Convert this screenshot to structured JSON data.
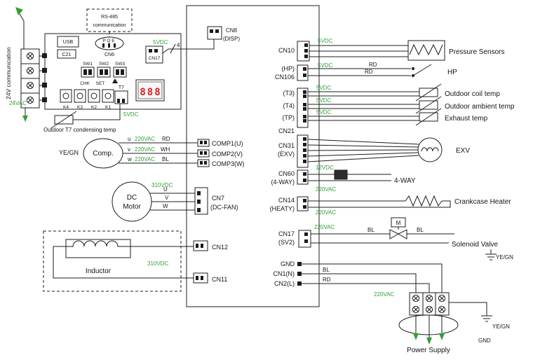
{
  "colors": {
    "label_green": "#2fa035",
    "display_red": "#e02020",
    "line": "#1c1c1c"
  },
  "shared": {
    "v5": "5VDC",
    "v12": "12VDC",
    "v24ac": "24VAC",
    "v220ac": "220VAC",
    "v310dc": "310VDC",
    "rd": "RD",
    "wh": "WH",
    "bl": "BL",
    "ye_gn": "YE/GN",
    "gnd": "GND"
  },
  "comm_board": {
    "vertical_label": "24V communication",
    "usb": "USB",
    "c21": "C21",
    "rs485_line1": "RS-485",
    "rs485_line2": "communication",
    "cn6_pins": "P Q E",
    "cn6": "CN6",
    "cn17_display": "CN17",
    "sw1": "SW1",
    "sw2": "SW2",
    "sw3": "SW3",
    "chk": "CHK",
    "set": "SET",
    "k4": "K4",
    "k3": "K3",
    "k2": "K2",
    "k1": "K1",
    "t7": "T7",
    "display_digits": "888",
    "t7_sensor": "Outdoor T7 condensing temp"
  },
  "cn8": {
    "name": "CN8",
    "sub": "(DISP)",
    "wire_count": "4"
  },
  "compressor": {
    "label": "Comp.",
    "u": "u",
    "v": "v",
    "w": "w",
    "comp1": "COMP1(U)",
    "comp2": "COMP2(V)",
    "comp3": "COMP3(W)"
  },
  "dc_motor": {
    "line1": "DC",
    "line2": "Motor",
    "u": "U",
    "v": "V",
    "w": "W",
    "cn7": "CN7",
    "cn7_sub": "(DC-FAN)"
  },
  "inductor": {
    "label": "Inductor",
    "cn12": "CN12",
    "cn11": "CN11"
  },
  "right": {
    "cn10": "CN10",
    "pressure_sensors": "Pressure Sensors",
    "hp_sub": "(HP)",
    "cn106": "CN106",
    "hp": "HP",
    "t3": "(T3)",
    "t4": "(T4)",
    "tp": "(TP)",
    "cn21": "CN21",
    "outdoor_coil": "Outdoor coil temp",
    "outdoor_ambient": "Outdoor ambient temp",
    "exhaust": "Exhaust temp",
    "cn31": "CN31",
    "cn31_sub": "(EXV)",
    "exv": "EXV",
    "cn60": "CN60",
    "cn60_sub": "(4-WAY)",
    "four_way": "4-WAY",
    "cn14": "CN14",
    "cn14_sub": "(HEATY)",
    "crankcase": "Crankcase Heater",
    "cn17": "CN17",
    "cn17_sub": "(SV2)",
    "valve_m": "M",
    "solenoid": "Solenoid Valve",
    "cn1": "CN1(N)",
    "cn2": "CN2(L)",
    "power_supply": "Power Supply"
  }
}
